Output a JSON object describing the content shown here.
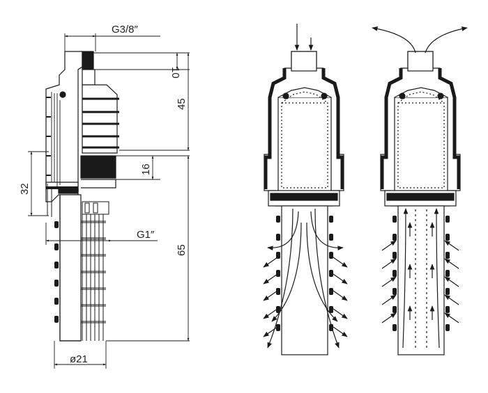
{
  "dimensions": {
    "thread_top": "G3/8″",
    "thread_bottom": "G1″",
    "diameter": "ø21",
    "d10": "10",
    "d45": "45",
    "d16": "16",
    "d32": "32",
    "d65": "65"
  },
  "colors": {
    "line": "#1a1a1a",
    "fill_dark": "#1a1a1a",
    "fill_white": "#ffffff"
  }
}
